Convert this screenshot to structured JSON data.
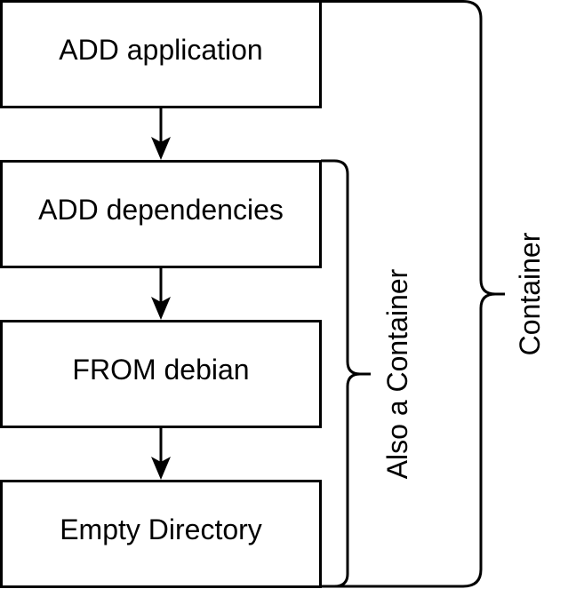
{
  "diagram": {
    "boxes": [
      {
        "label": "ADD application"
      },
      {
        "label": "ADD dependencies"
      },
      {
        "label": "FROM debian"
      },
      {
        "label": "Empty Directory"
      }
    ],
    "inner_brace_label": "Also a Container",
    "outer_brace_label": "Container"
  },
  "colors": {
    "stroke": "#000000",
    "fill": "#ffffff",
    "text": "#000000"
  }
}
